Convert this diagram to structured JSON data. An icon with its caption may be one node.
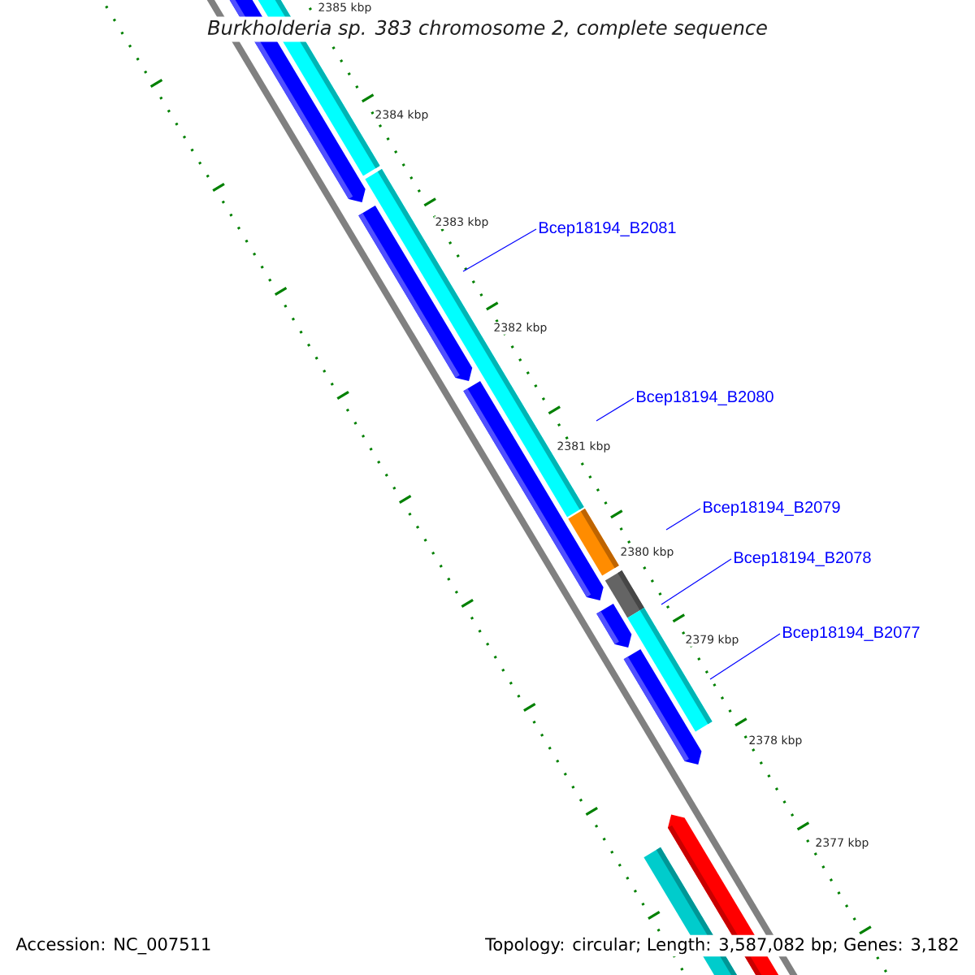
{
  "diagram": {
    "title": "Burkholderia sp. 383 chromosome 2, complete sequence",
    "nodes": [
      {
        "text": [
          "Bcep18194_B2081"
        ]
      },
      {
        "text": [
          "Bcep18194_B2080"
        ]
      },
      {
        "text": [
          "Bcep18194_B2079"
        ]
      },
      {
        "text": [
          "Bcep18194_B2078"
        ]
      },
      {
        "text": [
          "Bcep18194_B2077"
        ]
      }
    ],
    "edges": [
      {
        "from": 0,
        "to": null,
        "arrow": "none"
      },
      {
        "from": 1,
        "to": null,
        "arrow": "none"
      },
      {
        "from": 2,
        "to": null,
        "arrow": "none"
      },
      {
        "from": 3,
        "to": null,
        "arrow": "none"
      },
      {
        "from": 4,
        "to": null,
        "arrow": "none"
      }
    ],
    "labels": [
      "2385 kbp",
      "2384 kbp",
      "2383 kbp",
      "2382 kbp",
      "2381 kbp",
      "2380 kbp",
      "2379 kbp",
      "2378 kbp",
      "2377 kbp",
      "Accession: NC_007511",
      "Topology: circular; Length: 3,587,082 bp; Genes: 3,182"
    ]
  }
}
